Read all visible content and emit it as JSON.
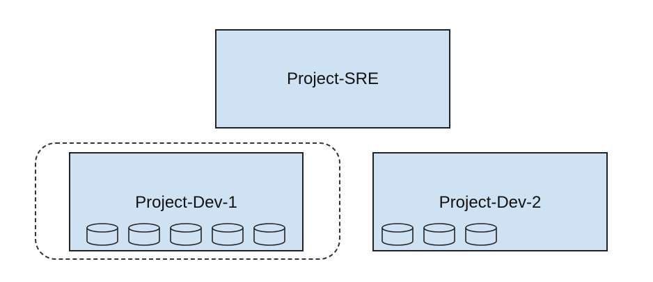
{
  "diagram": {
    "nodes": [
      {
        "id": "sre",
        "label": "Project-SRE",
        "storage_count": 0
      },
      {
        "id": "dev1",
        "label": "Project-Dev-1",
        "storage_count": 5,
        "highlighted": true
      },
      {
        "id": "dev2",
        "label": "Project-Dev-2",
        "storage_count": 3
      }
    ],
    "colors": {
      "box_fill": "#cfe2f3",
      "box_border": "#222222",
      "group_outline": "#333333"
    },
    "icons": {
      "storage": "database-cylinder-icon"
    }
  }
}
